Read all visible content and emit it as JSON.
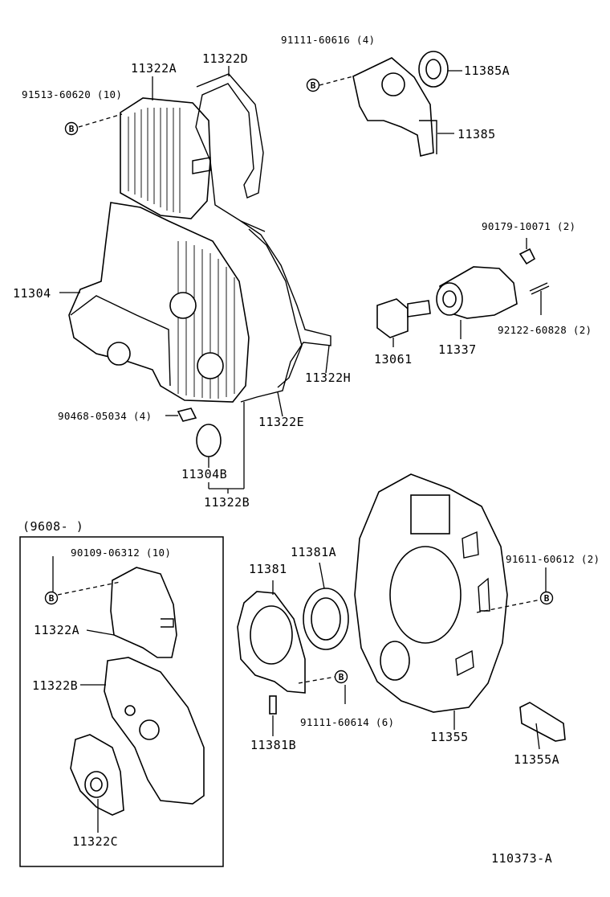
{
  "labels": {
    "p91111_60616": "91111-60616 (4)",
    "p11322A_top": "11322A",
    "p11322D": "11322D",
    "p11385A": "11385A",
    "p91513_60620": "91513-60620 (10)",
    "p11385": "11385",
    "p90179_10071": "90179-10071 (2)",
    "p11304": "11304",
    "p92122_60828": "92122-60828 (2)",
    "p13061": "13061",
    "p11337": "11337",
    "p11322H": "11322H",
    "p90468_05034": "90468-05034 (4)",
    "p11322E": "11322E",
    "p11304B": "11304B",
    "p11322B_top": "11322B",
    "p11381A": "11381A",
    "p11381": "11381",
    "p91611_60612": "91611-60612 (2)",
    "p91111_60614": "91111-60614 (6)",
    "p11381B": "11381B",
    "p11355": "11355",
    "p11355A": "11355A"
  },
  "inset": {
    "title": "(9608-        )",
    "p90109_06312": "90109-06312 (10)",
    "p11322A": "11322A",
    "p11322B": "11322B",
    "p11322C": "11322C"
  },
  "bolt_symbol": "B",
  "figure_id": "110373-A"
}
